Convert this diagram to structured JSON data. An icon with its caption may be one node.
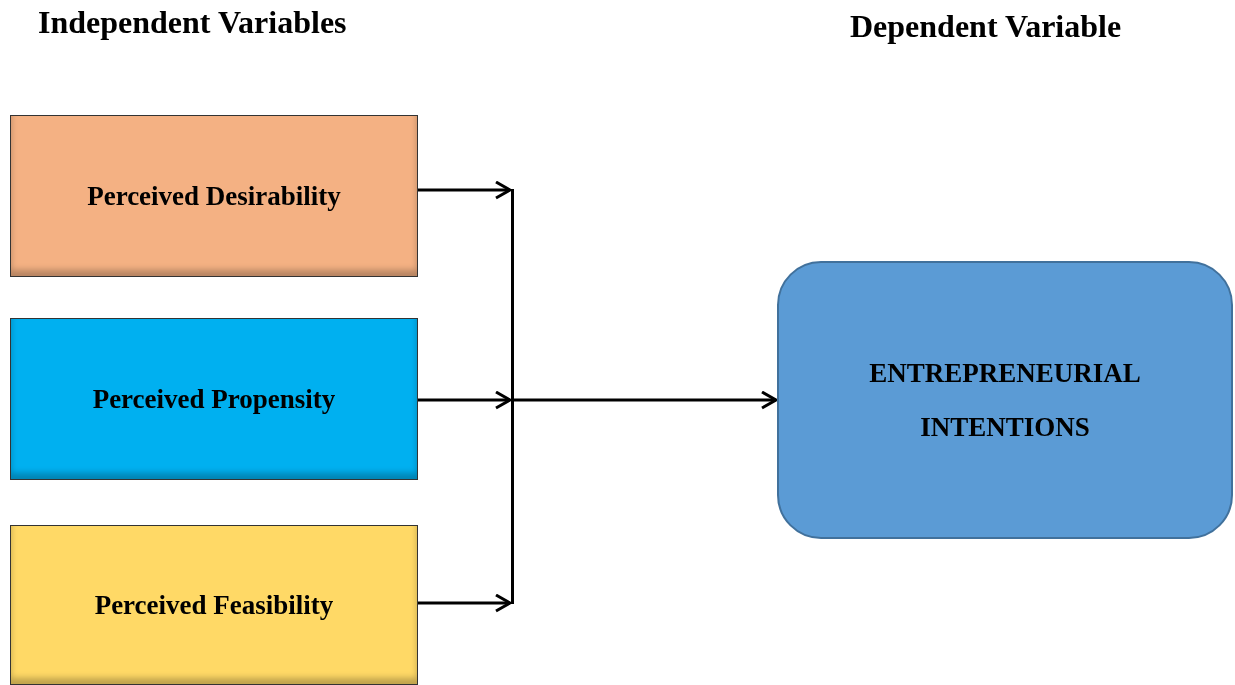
{
  "diagram": {
    "nodes": [
      {
        "text": [
          "Perceived Desirability"
        ]
      },
      {
        "text": [
          "Perceived Propensity"
        ]
      },
      {
        "text": [
          "Perceived Feasibility"
        ]
      },
      {
        "text": [],
        "shape": "bar"
      },
      {
        "text": [
          "ENTREPRENEURIAL INTENTIONS"
        ]
      }
    ],
    "edges": [
      {
        "from": 0,
        "to": 3,
        "arrow": "to"
      },
      {
        "from": 1,
        "to": 3,
        "arrow": "to"
      },
      {
        "from": 2,
        "to": 3,
        "arrow": "to"
      },
      {
        "from": 3,
        "to": 4,
        "arrow": "to"
      }
    ],
    "labels": [
      "Independent Variables",
      "Dependent Variable"
    ]
  }
}
